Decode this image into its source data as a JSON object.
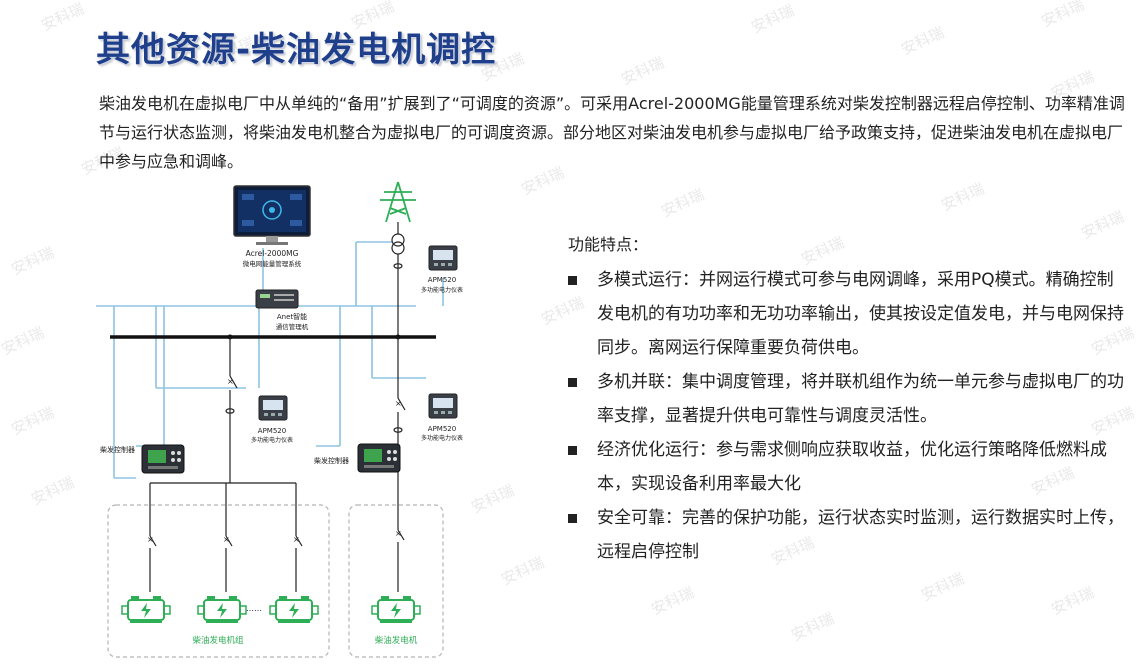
{
  "page": {
    "title": "其他资源-柴油发电机调控",
    "intro": "柴油发电机在虚拟电厂中从单纯的“备用”扩展到了“可调度的资源”。可采用Acrel-2000MG能量管理系统对柴发控制器远程启停控制、功率精准调节与运行状态监测，将柴油发电机整合为虚拟电厂的可调度资源。部分地区对柴油发电机参与虚拟电厂给予政策支持，促进柴油发电机在虚拟电厂中参与应急和调峰。",
    "watermark": "安科瑞"
  },
  "diagram": {
    "ems_name": "Acrel-2000MG",
    "ems_desc": "微电网能量管理系统",
    "gateway_name": "Anet智能",
    "gateway_desc": "通信管理机",
    "meter_name": "APM520",
    "meter_desc": "多功能电力仪表",
    "controller_label": "柴发控制器",
    "group_label": "柴油发电机组",
    "single_label": "柴油发电机",
    "ellipsis": "……"
  },
  "features": {
    "heading": "功能特点：",
    "items": [
      "多模式运行：并网运行模式可参与电网调峰，采用PQ模式。精确控制发电机的有功功率和无功功率输出，使其按设定值发电，并与电网保持同步。离网运行保障重要负荷供电。",
      "多机并联：集中调度管理，将并联机组作为统一单元参与虚拟电厂的功率支撑，显著提升供电可靠性与调度灵活性。",
      "经济优化运行：参与需求侧响应获取收益，优化运行策略降低燃料成本，实现设备利用率最大化",
      "安全可靠：完善的保护功能，运行状态实时监测，运行数据实时上传，远程启停控制"
    ]
  },
  "colors": {
    "title": "#1f3f8a",
    "comm_line": "#8ec4e0",
    "generator_green": "#2eae56",
    "dashed_box": "#b5b5b5"
  }
}
